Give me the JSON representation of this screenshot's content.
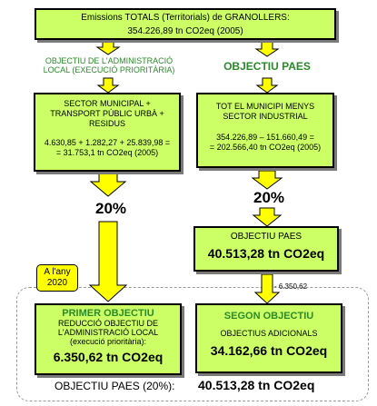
{
  "top": {
    "line1": "Emissions TOTALS (Territorials) de GRANOLLERS:",
    "line2": "354.226,89 tn CO2eq (2005)"
  },
  "left_branch": {
    "heading_l1": "OBJECTIU DE L'ADMINISTRACIÓ",
    "heading_l2": "LOCAL (EXECUCIÓ PRIORITÀRIA)",
    "box": {
      "l1": "SECTOR MUNICIPAL +",
      "l2": "TRANSPORT PÚBLIC URBÀ +",
      "l3": "RESIDUS",
      "calc1": "4.630,85 + 1.282,27 + 25.839,98 =",
      "calc2": "= 31.753,1 tn CO2eq (2005)"
    },
    "percent": "20%"
  },
  "right_branch": {
    "heading": "OBJECTIU PAES",
    "box": {
      "l1": "TOT EL MUNICIPI MENYS",
      "l2": "SECTOR INDUSTRIAL",
      "calc1": "354.226,89 – 151.660,49 =",
      "calc2": "= 202.566,40 tn CO2eq (2005)"
    },
    "percent": "20%",
    "paes_box": {
      "title": "OBJECTIU PAES",
      "value": "40.513,28 tn CO2eq"
    },
    "subtract_label": "- 6.350,62"
  },
  "year_badge": {
    "l1": "A l'any",
    "l2": "2020"
  },
  "first_objective": {
    "title": "PRIMER OBJECTIU",
    "l1": "REDUCCIÓ OBJECTIU DE",
    "l2": "L'ADMINISTRACIÓ LOCAL",
    "l3": "(execució prioritària):",
    "value": "6.350,62 tn CO2eq"
  },
  "second_objective": {
    "title": "SEGON OBJECTIU",
    "subtitle": "OBJECTIUS ADICIONALS",
    "value": "34.162,66 tn CO2eq"
  },
  "footer": {
    "label": "OBJECTIU PAES (20%):",
    "value": "40.513,28 tn CO2eq"
  },
  "colors": {
    "box_fill": "#ccff66",
    "arrow_fill": "#ffff00",
    "heading_green": "#2a8a2a",
    "badge_fill": "#ffff00"
  }
}
